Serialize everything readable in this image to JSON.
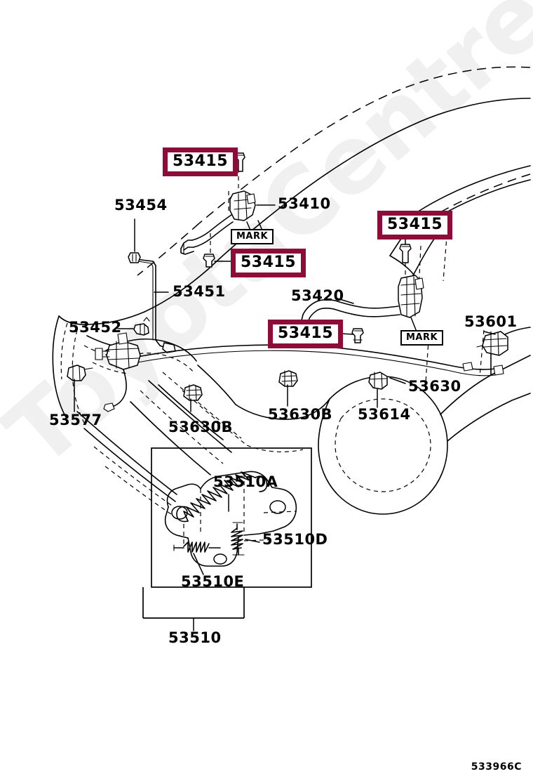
{
  "diagram": {
    "code": "533966C",
    "watermark": "ToyotaCentre.ru",
    "highlight_color": "#8c0d38"
  },
  "mark_tags": [
    {
      "text": "MARK"
    },
    {
      "text": "MARK"
    }
  ],
  "highlighted_parts": [
    {
      "number": "53415",
      "position": "hood-hinge-upper-bolt"
    },
    {
      "number": "53415",
      "position": "hood-hinge-lower-bolt"
    },
    {
      "number": "53415",
      "position": "right-hinge-bolt"
    },
    {
      "number": "53415",
      "position": "hood-lock-bolt"
    }
  ],
  "labels": [
    {
      "number": "53454",
      "name": "hood-support-rod-clamp"
    },
    {
      "number": "53410",
      "name": "hood-hinge-assembly-left"
    },
    {
      "number": "53451",
      "name": "hood-support-rod"
    },
    {
      "number": "53452",
      "name": "hood-support-rod-holder"
    },
    {
      "number": "53420",
      "name": "hood-hinge-assembly-right"
    },
    {
      "number": "53601",
      "name": "hood-lock-striker"
    },
    {
      "number": "53577",
      "name": "hood-seal-clip"
    },
    {
      "number": "53630B",
      "name": "hood-lock-cable-clamp-left"
    },
    {
      "number": "53630B",
      "name": "hood-lock-cable-clamp-center"
    },
    {
      "number": "53614",
      "name": "hood-lock-cable-grommet"
    },
    {
      "number": "53630",
      "name": "hood-lock-control-cable"
    },
    {
      "number": "53510A",
      "name": "hood-lock-spring-main"
    },
    {
      "number": "53510D",
      "name": "hood-lock-spring-small"
    },
    {
      "number": "53510E",
      "name": "hood-lock-spring-secondary"
    },
    {
      "number": "53510",
      "name": "hood-lock-assembly"
    }
  ]
}
